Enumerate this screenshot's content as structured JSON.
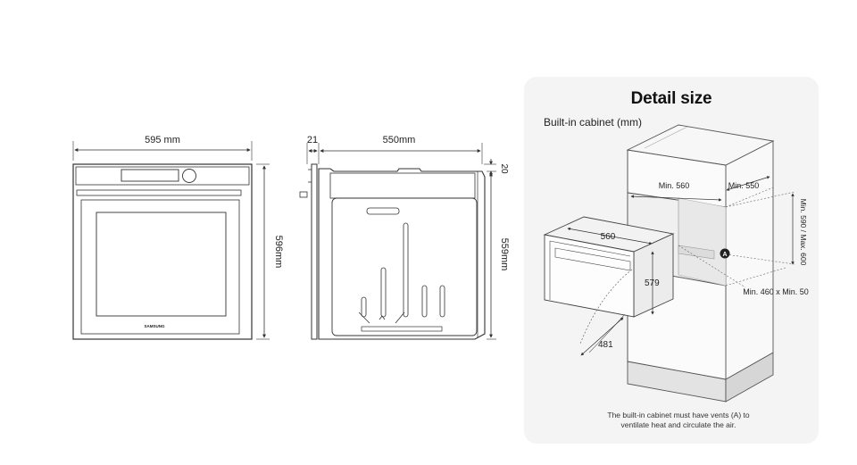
{
  "front_view": {
    "width_label": "595 mm",
    "height_label": "596mm",
    "brand": "SAMSUNG"
  },
  "side_view": {
    "door_depth_label": "21",
    "depth_label": "550mm",
    "top_gap_label": "20",
    "height_label": "559mm"
  },
  "detail": {
    "title": "Detail size",
    "subtitle": "Built-in cabinet (mm)",
    "labels": {
      "min_width": "Min. 560",
      "min_depth": "Min. 550",
      "height_range": "Min. 590 / Max. 600",
      "vent_marker": "A",
      "vent_size": "Min. 460 x Min. 50",
      "oven_width": "560",
      "oven_height": "579",
      "oven_depth": "481"
    },
    "note_line1": "The built-in cabinet must have vents (A) to",
    "note_line2": "ventilate heat and circulate the air."
  }
}
